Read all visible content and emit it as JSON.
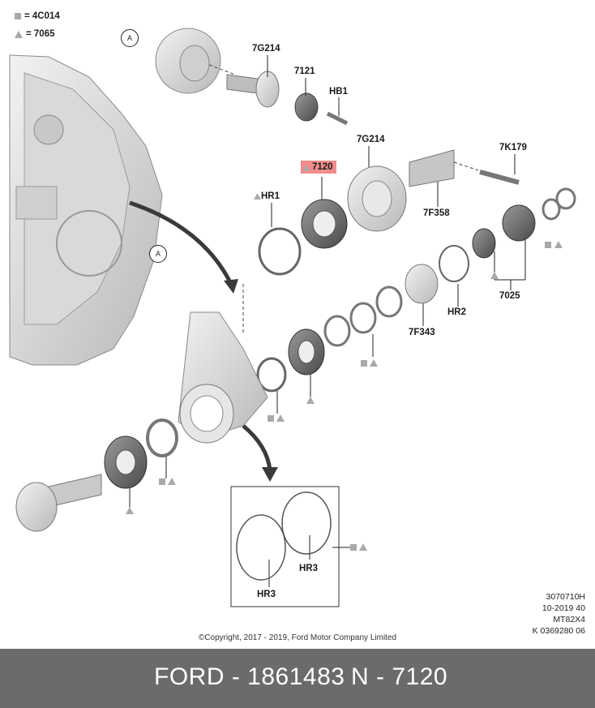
{
  "legend": [
    {
      "shape": "square",
      "code": "= 4C014"
    },
    {
      "shape": "triangle",
      "code": "= 7065"
    }
  ],
  "callout_letter": "A",
  "labels": {
    "l_7g214_top": "7G214",
    "l_7121": "7121",
    "l_hb1": "HB1",
    "l_7g214_mid": "7G214",
    "l_7k179": "7K179",
    "l_7120": "7120",
    "l_hr1": "HR1",
    "l_7f358": "7F358",
    "l_hr2": "HR2",
    "l_7025": "7025",
    "l_7f343": "7F343",
    "l_hr3_a": "HR3",
    "l_hr3_b": "HR3"
  },
  "reference": [
    "3070710H",
    "10-2019 40",
    "MT82X4",
    "K 0369280 06"
  ],
  "copyright": "©Copyright, 2017 - 2019, Ford Motor Company Limited",
  "footer": {
    "brand_part": "FORD - 1861483",
    "n_part": "N - 7120"
  },
  "colors": {
    "highlight": "#f08c8c",
    "footer_bg": "#6b6b6b",
    "marker_gray": "#a9a9a9"
  }
}
